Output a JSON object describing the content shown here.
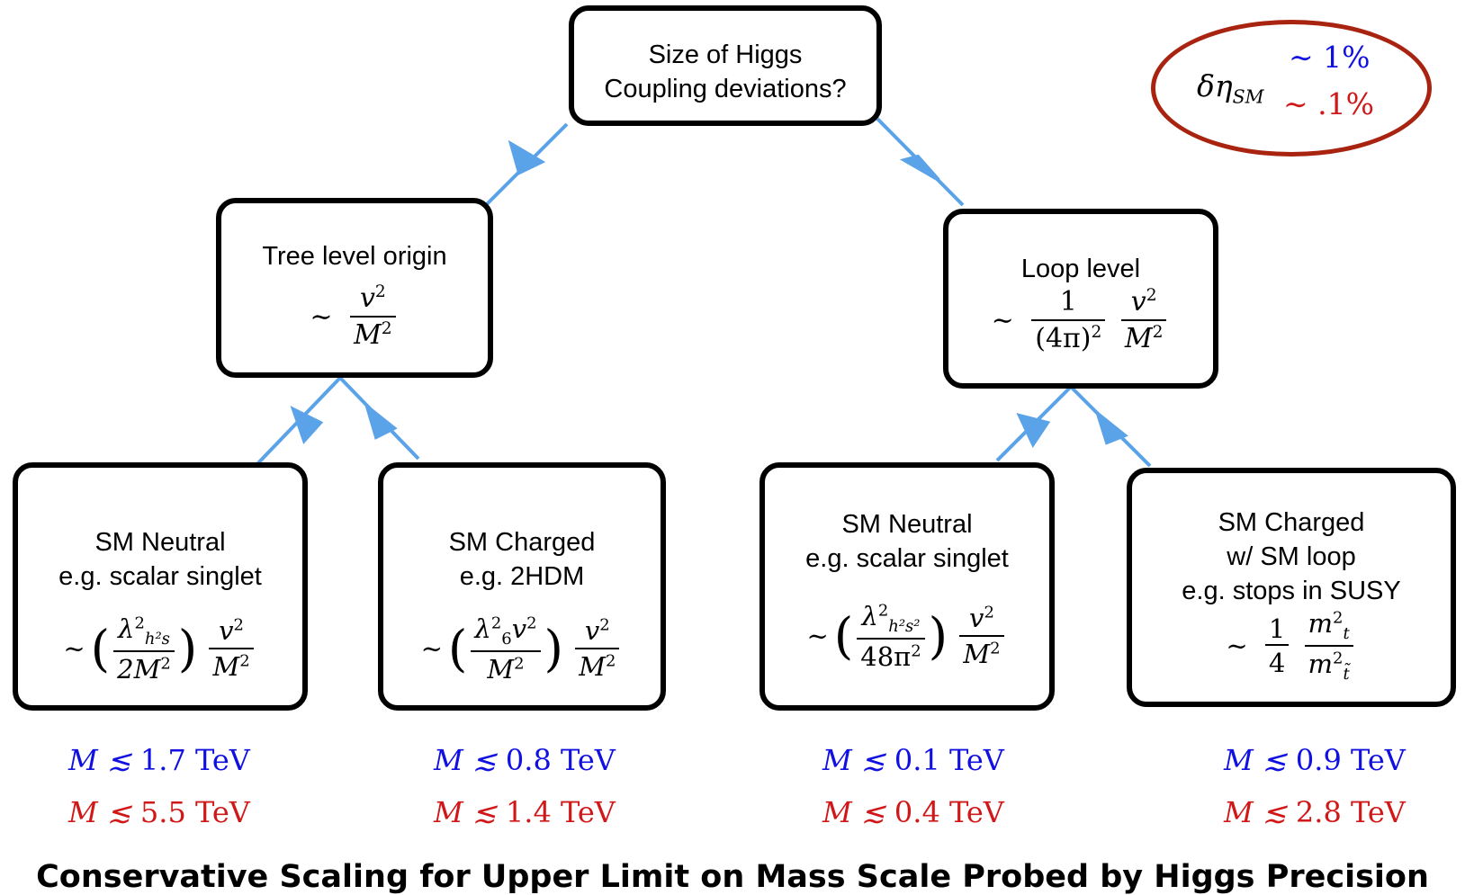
{
  "root": {
    "line1": "Size of Higgs",
    "line2": "Coupling deviations?"
  },
  "tree": {
    "title": "Tree level origin",
    "formula": {
      "num": "v",
      "num_sup": "2",
      "den": "M",
      "den_sup": "2"
    }
  },
  "loop": {
    "title": "Loop level",
    "formula": {
      "num1": "1",
      "den1": "(4π)",
      "den1_sup": "2",
      "num2": "v",
      "num2_sup": "2",
      "den2": "M",
      "den2_sup": "2"
    }
  },
  "leaves": [
    {
      "line1": "SM Neutral",
      "line2": "e.g. scalar singlet",
      "inner_num": "λ",
      "inner_num_sup": "2",
      "inner_num_sub": "h²s",
      "inner_den": "2M",
      "inner_den_sup": "2",
      "outer_num": "v",
      "outer_num_sup": "2",
      "outer_den": "M",
      "outer_den_sup": "2",
      "limit_blue": "1.7 TeV",
      "limit_red": "5.5 TeV"
    },
    {
      "line1": "SM Charged",
      "line2": "e.g. 2HDM",
      "inner_num": "λ",
      "inner_num_sup": "2",
      "inner_num_sub": "6",
      "inner_num_tail": "v",
      "inner_num_tail_sup": "2",
      "inner_den": "M",
      "inner_den_sup": "2",
      "outer_num": "v",
      "outer_num_sup": "2",
      "outer_den": "M",
      "outer_den_sup": "2",
      "limit_blue": "0.8 TeV",
      "limit_red": "1.4 TeV"
    },
    {
      "line1": "SM Neutral",
      "line2": "e.g. scalar singlet",
      "inner_num": "λ",
      "inner_num_sup": "2",
      "inner_num_sub": "h²s²",
      "inner_den": "48π",
      "inner_den_sup": "2",
      "outer_num": "v",
      "outer_num_sup": "2",
      "outer_den": "M",
      "outer_den_sup": "2",
      "limit_blue": "0.1 TeV",
      "limit_red": "0.4 TeV"
    },
    {
      "line1": "SM Charged",
      "line2": "w/ SM loop",
      "line3": "e.g. stops in SUSY",
      "frac1_num": "1",
      "frac1_den": "4",
      "frac2_num": "m",
      "frac2_num_sup": "2",
      "frac2_num_sub": "t",
      "frac2_den": "m",
      "frac2_den_sup": "2",
      "frac2_den_sub": "t̃",
      "limit_blue": "0.9 TeV",
      "limit_red": "2.8 TeV"
    }
  ],
  "limit_prefix": "M ≲ ",
  "tilde": "∼",
  "legend": {
    "symbol": "δη",
    "symbol_sub": "SM",
    "blue": "∼ 1%",
    "red": "∼ .1%"
  },
  "caption": "Conservative Scaling for Upper Limit on Mass Scale Probed by Higgs Precision",
  "colors": {
    "blue": "#1010e0",
    "red": "#d01818",
    "arrow": "#5aa3e8",
    "ellipse": "#a82410"
  }
}
